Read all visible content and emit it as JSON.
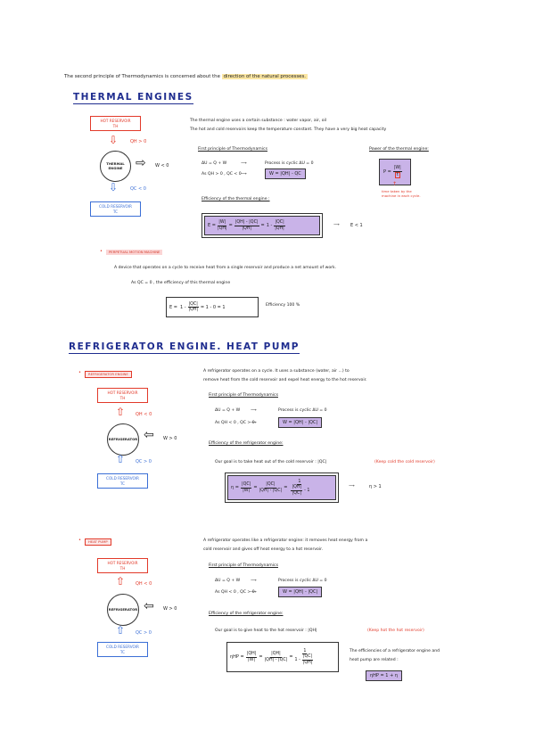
{
  "intro": {
    "prefix": "The second principle of Thermodynamics is concerned about the",
    "highlight": "direction of the natural processes."
  },
  "thermal": {
    "title": "THERMAL ENGINES",
    "hot": [
      "HOT RESERVOIR",
      "TH"
    ],
    "cold": [
      "COLD RESERVOIR",
      "TC"
    ],
    "engine": [
      "THERMAL",
      "ENGINE"
    ],
    "qh": "QH > 0",
    "qc": "QC < 0",
    "w": "W < 0",
    "desc1": "The thermal engine uses a certain substance : water vapor, air, oil",
    "desc2": "The hot and cold reservoirs keep the temperature constant. They have a very big heat capacity",
    "first_law_title": "First principle of Thermodynamics",
    "fl1_left": "ΔU = Q + W",
    "fl1_right": "Process is cyclic  ΔU = 0",
    "fl2_left": "As  QH > 0 , QC < 0",
    "fl2_box": "W = |QH| - QC",
    "power_title": "Power of the thermal engine:",
    "power_p": "P =",
    "power_num": "|W|",
    "power_den": "t",
    "power_note1": "time taken by the",
    "power_note2": "machine in each cycle.",
    "eff_title": "Efficiency of the thermal engine :",
    "eff_e": "E =",
    "eff_f1n": "|W|",
    "eff_f1d": "|QH|",
    "eff_f2n": "|QH| - |QC|",
    "eff_f2d": "|QH|",
    "eff_one": "1 -",
    "eff_f3n": "|QC|",
    "eff_f3d": "|QH|",
    "eff_res": "E < 1",
    "pp_tag": "PERPETUAL MOTION MACHINE",
    "pp_text": "A device that operates on a cycle to receive heat from a single reservoir and produce a net amount of work.",
    "pp2": "As  QC = 0 ,  the efficiency of this thermal engine",
    "pp_e": "E =",
    "pp_one": "1 -",
    "pp_fn": "|QC|",
    "pp_fd": "|QH|",
    "pp_res": "= 1 - 0 = 1",
    "pp_eff": "Efficiency   100 %"
  },
  "refrig_title": "REFRIGERATOR ENGINE. HEAT PUMP",
  "refrig": {
    "tag": "REFRIGERATOR ENGINE",
    "hot": [
      "HOT RESERVOIR",
      "TH"
    ],
    "cold": [
      "COLD RESERVOIR",
      "TC"
    ],
    "engine": "REFRIGERATOR",
    "qh": "QH < 0",
    "qc": "QC > 0",
    "w": "W > 0",
    "desc1": "A refrigerator operates on a cycle.  It uses a substance (water, air ...) to",
    "desc2": "remove heat from the cold reservoir and expel heat energy to the hot reservoir.",
    "first_law_title": "First principle of Thermodynamics",
    "fl1_left": "ΔU = Q + W",
    "fl1_right": "Process is cyclic  ΔU = 0",
    "fl2_left": "As  QH < 0 , QC > 0",
    "fl2_box": "W = |QH| - |QC|",
    "eff_title": "Efficiency of the refrigerator engine:",
    "goal": "Our goal is to take heat out of the cold reservoir : |QC|",
    "goal_note": "(Keep cold the cold reservoir)",
    "eta": "η =",
    "f1n": "|QC|",
    "f1d": "|W|",
    "f2n": "|QC|",
    "f2d": "|QH| - |QC|",
    "f3n": "1",
    "f3d_a": "|QH|",
    "f3d_b": "|QC|",
    "f3d_minus": "- 1",
    "res": "η > 1"
  },
  "pump": {
    "tag": "HEAT PUMP",
    "hot": [
      "HOT RESERVOIR",
      "TH"
    ],
    "cold": [
      "COLD RESERVOIR",
      "TC"
    ],
    "engine": "REFRIGERATOR",
    "qh": "QH < 0",
    "qc": "QC > 0",
    "w": "W > 0",
    "desc1": "A refrigerator operates like a refrigerator engine: it removes heat energy from a",
    "desc2": "cold reservoir and gives off heat energy to a hot reservoir.",
    "first_law_title": "First principle of Thermodynamics",
    "fl1_left": "ΔU = Q + W",
    "fl1_right": "Process is cyclic  ΔU = 0",
    "fl2_left": "As  QH < 0 , QC > 0",
    "fl2_box": "W = |QH| - |QC|",
    "eff_title": "Efficiency of the refrigerator engine:",
    "goal": "Our goal is to give heat to the hot reservoir : |QH|",
    "goal_note": "(Keep hot the hot reservoir)",
    "eta": "ηHP =",
    "f1n": "|QH|",
    "f1d": "|W|",
    "f2n": "|QH|",
    "f2d": "|QH| - |QC|",
    "f3n": "1",
    "f3d_one": "1 -",
    "f3d_n": "|QC|",
    "f3d_d": "|QH|",
    "rel1": "The efficiencies of a refrigerator engine and",
    "rel2": "heat pump are related :",
    "rel_box": "ηHP = 1 + η"
  }
}
